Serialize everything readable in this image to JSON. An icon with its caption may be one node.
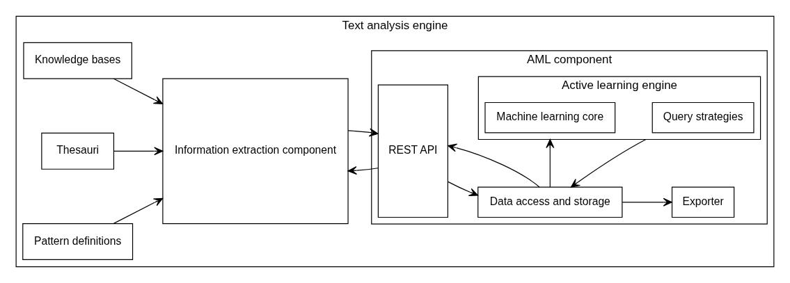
{
  "diagram": {
    "nodes": [
      {
        "text": [
          "Text analysis engine"
        ]
      },
      {
        "text": [
          "Knowledge bases"
        ],
        "in": 0
      },
      {
        "text": [
          "Thesauri"
        ],
        "in": 0
      },
      {
        "text": [
          "Pattern definitions"
        ],
        "in": 0
      },
      {
        "text": [
          "Information extraction component"
        ],
        "in": 0
      },
      {
        "text": [
          "AML component"
        ],
        "in": 0
      },
      {
        "text": [
          "REST API"
        ],
        "in": 5
      },
      {
        "text": [
          "Active learning engine"
        ],
        "in": 5
      },
      {
        "text": [
          "Machine learning core"
        ],
        "in": 7
      },
      {
        "text": [
          "Query strategies"
        ],
        "in": 7
      },
      {
        "text": [
          "Data access and storage"
        ],
        "in": 5
      },
      {
        "text": [
          "Exporter"
        ],
        "in": 5
      }
    ],
    "edges": [
      {
        "from": 1,
        "to": 4,
        "arrow": "to"
      },
      {
        "from": 2,
        "to": 4,
        "arrow": "to"
      },
      {
        "from": 3,
        "to": 4,
        "arrow": "to"
      },
      {
        "from": 4,
        "to": 6,
        "arrow": "to"
      },
      {
        "from": 6,
        "to": 4,
        "arrow": "to"
      },
      {
        "from": 6,
        "to": 10,
        "arrow": "to"
      },
      {
        "from": 10,
        "to": 6,
        "arrow": "to"
      },
      {
        "from": 10,
        "to": 7,
        "arrow": "to"
      },
      {
        "from": 7,
        "to": 10,
        "arrow": "to"
      },
      {
        "from": 10,
        "to": 11,
        "arrow": "to"
      }
    ]
  }
}
